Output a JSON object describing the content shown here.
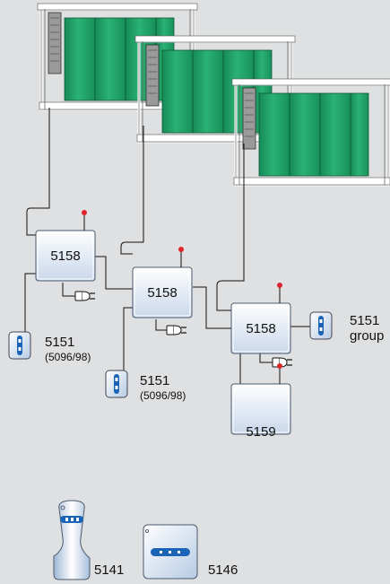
{
  "colors": {
    "background": "#dfe0e1",
    "awning": "#1f9a62",
    "awning_light": "#7ed6a8",
    "frame": "#ffffff",
    "wire": "#111111",
    "antenna": "#e0242b",
    "box_fill_top": "#ffffff",
    "box_fill_bottom": "#c9d7ea",
    "remote_accent": "#1b63b6"
  },
  "receivers": [
    {
      "label": "5158"
    },
    {
      "label": "5158"
    },
    {
      "label": "5158"
    },
    {
      "label": "5159"
    }
  ],
  "wall_switches": [
    {
      "label": "5151",
      "sub": "(5096/98)"
    },
    {
      "label": "5151",
      "sub": "(5096/98)"
    },
    {
      "label": "5151",
      "sub": "group"
    }
  ],
  "handheld": {
    "label": "5141"
  },
  "wall_transmitter": {
    "label": "5146"
  }
}
